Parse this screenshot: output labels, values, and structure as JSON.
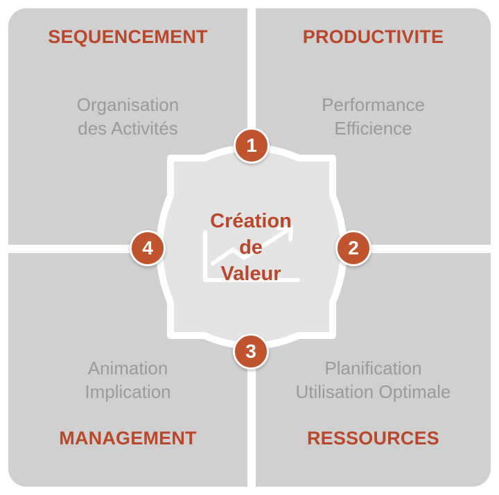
{
  "quadrants": {
    "top_left": {
      "title": "SEQUENCEMENT",
      "lines": [
        "Organisation",
        "des Activités"
      ]
    },
    "top_right": {
      "title": "PRODUCTIVITE",
      "lines": [
        "Performance",
        "Efficience"
      ]
    },
    "bottom_left": {
      "title": "MANAGEMENT",
      "lines": [
        "Animation",
        "Implication"
      ]
    },
    "bottom_right": {
      "title": "RESSOURCES",
      "lines": [
        "Planification",
        "Utilisation Optimale"
      ]
    }
  },
  "center": {
    "lines": [
      "Création",
      "de",
      "Valeur"
    ],
    "icon": "growth-chart-icon"
  },
  "badges": [
    "1",
    "2",
    "3",
    "4"
  ],
  "colors": {
    "accent": "#b9472c",
    "badge": "#c0542f",
    "panel": "#d0d0d0",
    "center": "#e4e4e4",
    "muted_text": "#9a9a9a"
  }
}
